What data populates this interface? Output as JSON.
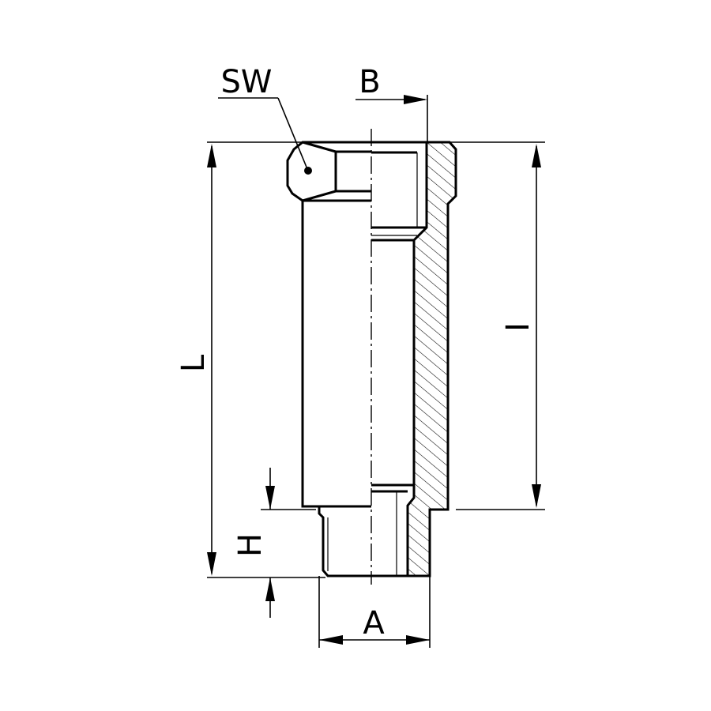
{
  "labels": {
    "sw": "SW",
    "b": "B",
    "l": "L",
    "i": "I",
    "h": "H",
    "a": "A"
  },
  "colors": {
    "line": "#000000",
    "background": "#ffffff"
  }
}
